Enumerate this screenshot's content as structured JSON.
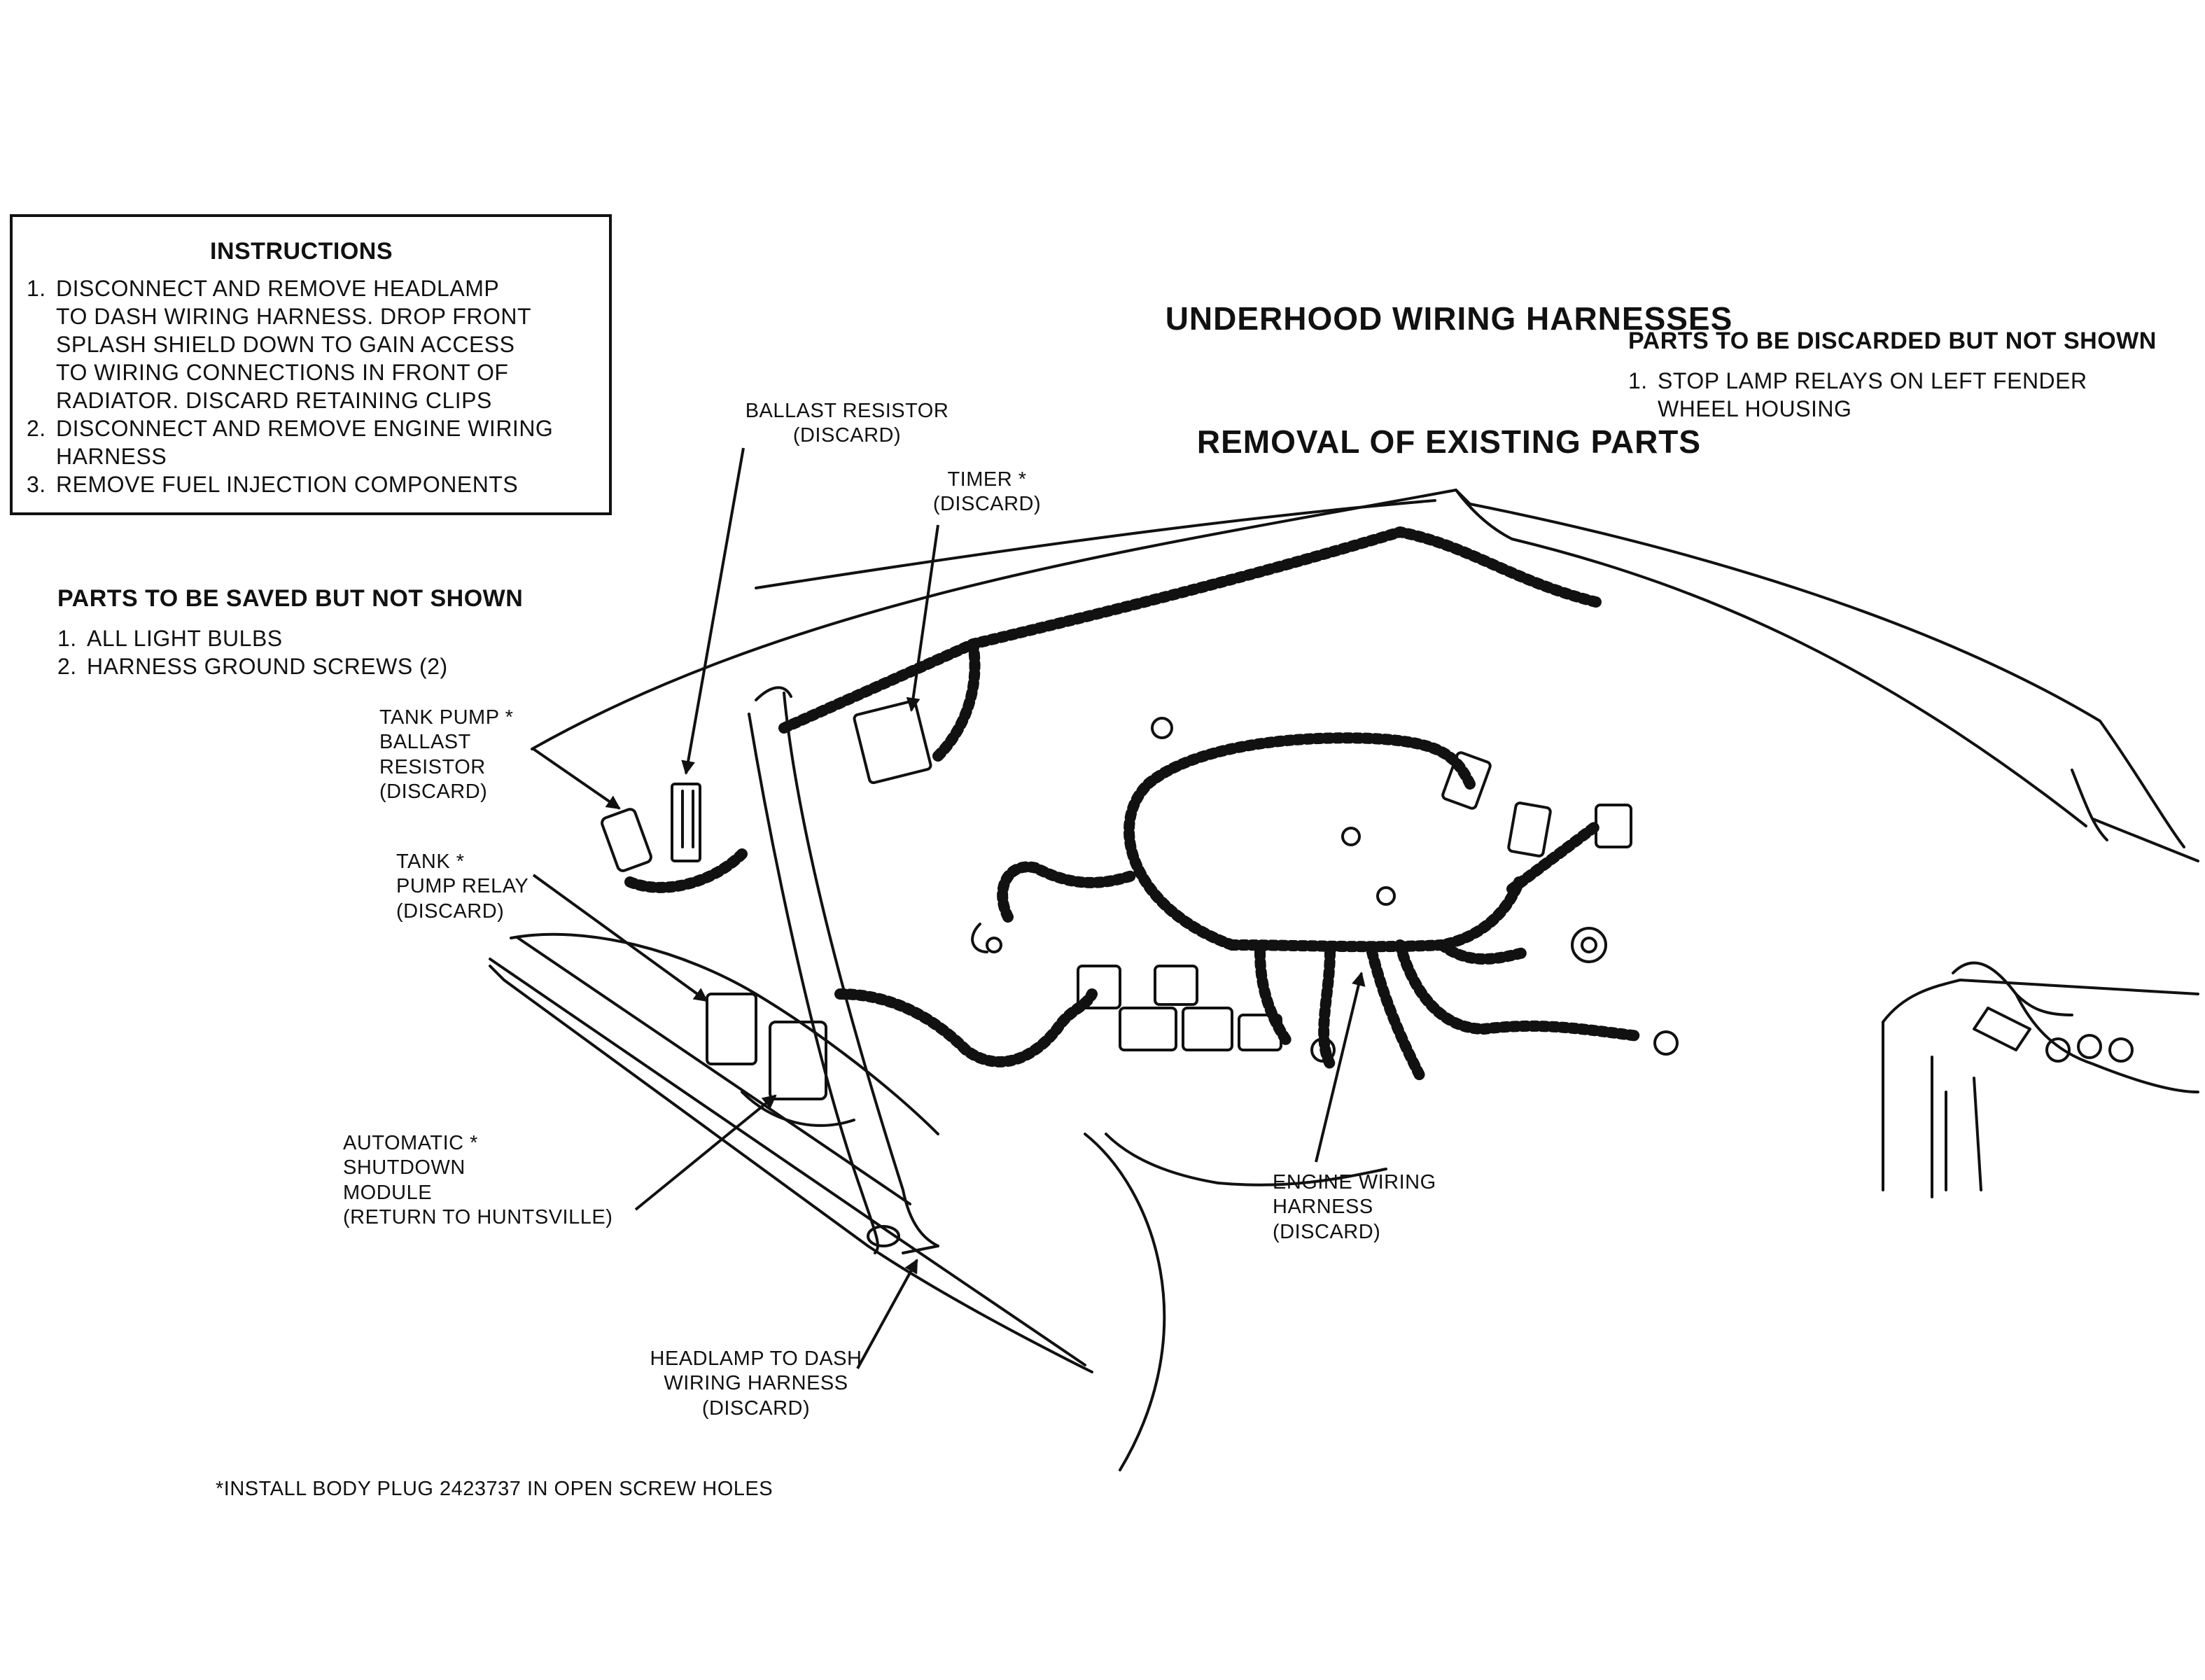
{
  "title": {
    "line1": "UNDERHOOD WIRING HARNESSES",
    "line2": "REMOVAL OF EXISTING PARTS"
  },
  "instructions": {
    "heading": "INSTRUCTIONS",
    "items": [
      {
        "num": "1.",
        "text": "DISCONNECT AND REMOVE HEADLAMP\nTO DASH WIRING HARNESS. DROP FRONT\nSPLASH SHIELD DOWN TO GAIN ACCESS\nTO WIRING CONNECTIONS IN FRONT OF\nRADIATOR. DISCARD RETAINING CLIPS"
      },
      {
        "num": "2.",
        "text": "DISCONNECT AND REMOVE ENGINE WIRING\nHARNESS"
      },
      {
        "num": "3.",
        "text": "REMOVE FUEL INJECTION COMPONENTS"
      }
    ]
  },
  "saved_parts": {
    "heading": "PARTS TO BE SAVED BUT NOT SHOWN",
    "items": [
      {
        "num": "1.",
        "text": "ALL LIGHT BULBS"
      },
      {
        "num": "2.",
        "text": "HARNESS GROUND SCREWS (2)"
      }
    ]
  },
  "discarded_parts": {
    "heading": "PARTS TO BE DISCARDED BUT NOT SHOWN",
    "items": [
      {
        "num": "1.",
        "text": "STOP LAMP RELAYS ON LEFT FENDER\nWHEEL HOUSING"
      }
    ]
  },
  "callouts": {
    "ballast_resistor": "BALLAST RESISTOR\n(DISCARD)",
    "timer": "TIMER *\n(DISCARD)",
    "tank_pump_ballast": "TANK PUMP *\nBALLAST\nRESISTOR\n(DISCARD)",
    "tank_pump_relay": "TANK *\nPUMP RELAY\n(DISCARD)",
    "automatic_shutdown": "AUTOMATIC *\nSHUTDOWN\nMODULE\n(RETURN TO HUNTSVILLE)",
    "engine_harness": "ENGINE WIRING\nHARNESS\n(DISCARD)",
    "headlamp_harness": "HEADLAMP TO DASH\nWIRING HARNESS\n(DISCARD)"
  },
  "footnote": "*INSTALL BODY PLUG 2423737 IN OPEN SCREW HOLES"
}
